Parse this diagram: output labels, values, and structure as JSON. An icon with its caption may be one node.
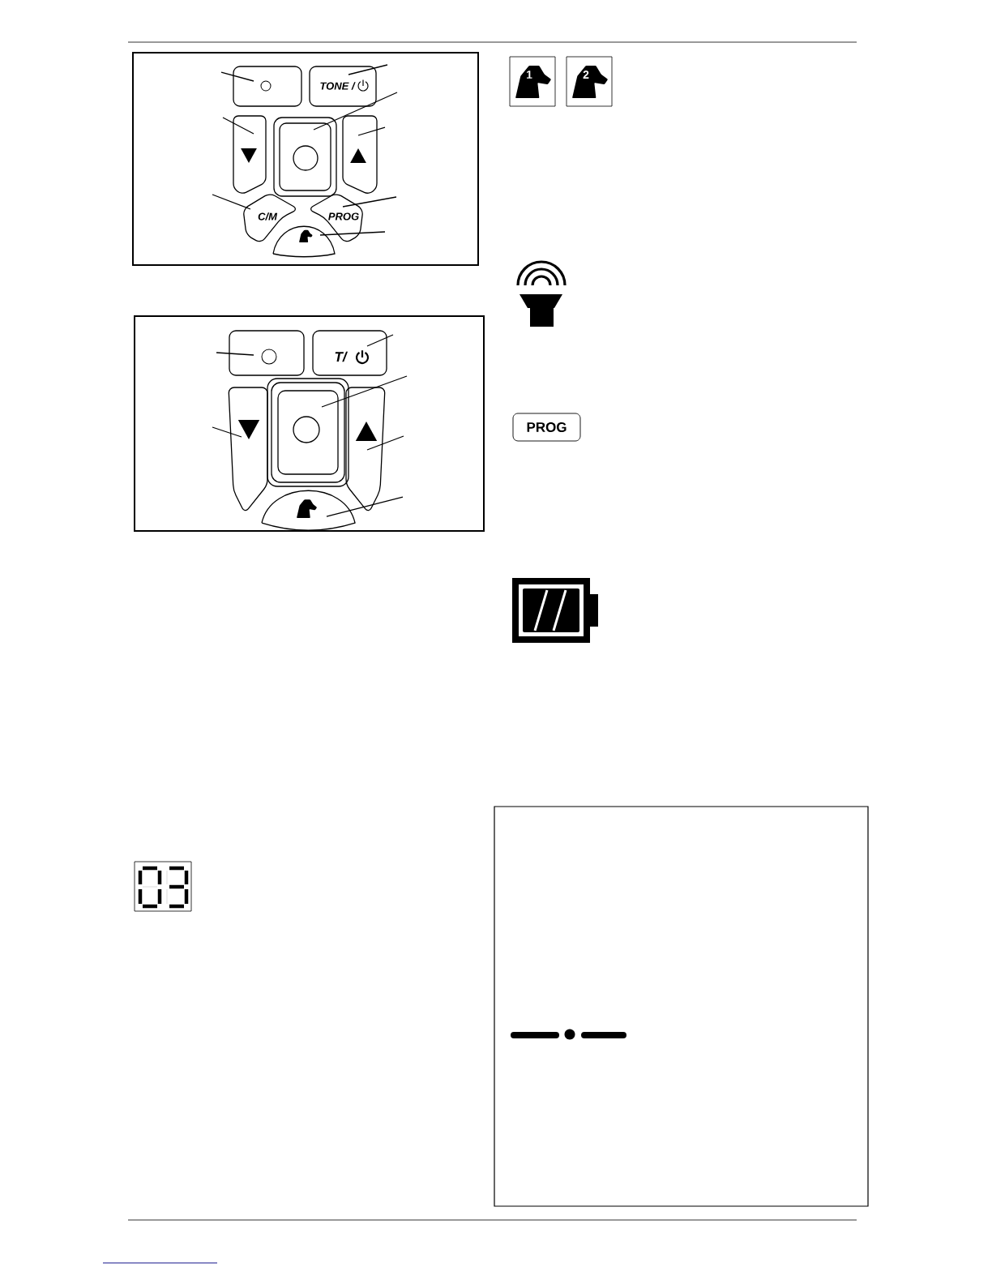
{
  "diagram": {
    "nodes": [
      {
        "text": [],
        "shape": "box"
      },
      {
        "text": [
          "TONE /"
        ]
      },
      {
        "text": [],
        "shape": "box"
      },
      {
        "text": [],
        "shape": "box"
      },
      {
        "text": [],
        "shape": "box"
      },
      {
        "text": [
          "C/M"
        ]
      },
      {
        "text": [
          "PROG"
        ]
      },
      {
        "text": [],
        "shape": "box"
      },
      {
        "text": [],
        "shape": "box"
      },
      {
        "text": [
          "T/"
        ]
      },
      {
        "text": [],
        "shape": "box"
      },
      {
        "text": [],
        "shape": "box"
      },
      {
        "text": [],
        "shape": "box"
      },
      {
        "text": [],
        "shape": "box"
      }
    ],
    "edges": [
      {
        "from": null,
        "to": 0,
        "arrow": "none"
      },
      {
        "from": null,
        "to": 1,
        "arrow": "none"
      },
      {
        "from": null,
        "to": 3,
        "arrow": "none"
      },
      {
        "from": null,
        "to": 2,
        "arrow": "none"
      },
      {
        "from": null,
        "to": 4,
        "arrow": "none"
      },
      {
        "from": null,
        "to": 5,
        "arrow": "none"
      },
      {
        "from": null,
        "to": 6,
        "arrow": "none"
      },
      {
        "from": null,
        "to": 7,
        "arrow": "none"
      },
      {
        "from": null,
        "to": 8,
        "arrow": "none"
      },
      {
        "from": null,
        "to": 9,
        "arrow": "none"
      },
      {
        "from": null,
        "to": 11,
        "arrow": "none"
      },
      {
        "from": null,
        "to": 10,
        "arrow": "none"
      },
      {
        "from": null,
        "to": 12,
        "arrow": "none"
      },
      {
        "from": null,
        "to": 13,
        "arrow": "none"
      }
    ],
    "labels": [
      "1",
      "2",
      "PROG"
    ]
  }
}
